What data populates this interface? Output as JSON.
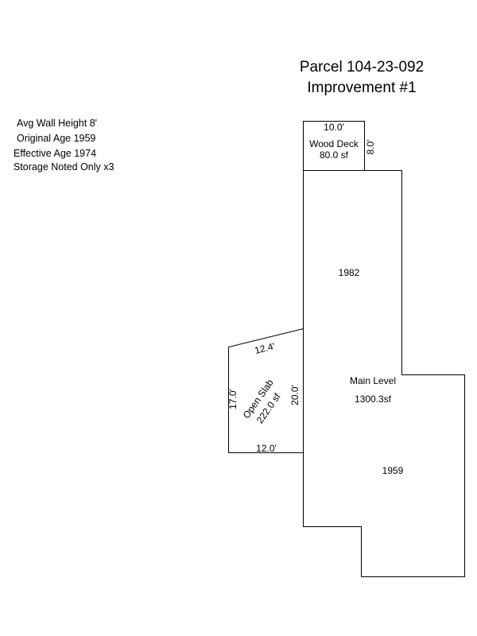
{
  "header": {
    "parcel": "Parcel 104-23-092",
    "improvement": "Improvement #1"
  },
  "notes": [
    "Avg Wall Height 8'",
    "Original Age 1959",
    "Effective Age 1974",
    "Storage Noted Only x3"
  ],
  "sketch": {
    "deck": {
      "name": "Wood Deck",
      "area": "80.0 sf",
      "width": "10.0'",
      "depth": "8.0'"
    },
    "main": {
      "name": "Main Level",
      "area": "1300.3sf",
      "addition_year": "1982",
      "original_year": "1959"
    },
    "slab": {
      "name": "Open Slab",
      "area": "222.0 sf",
      "top": "12.4'",
      "left": "17.0'",
      "right": "20.0'",
      "bottom": "12.0'"
    }
  }
}
